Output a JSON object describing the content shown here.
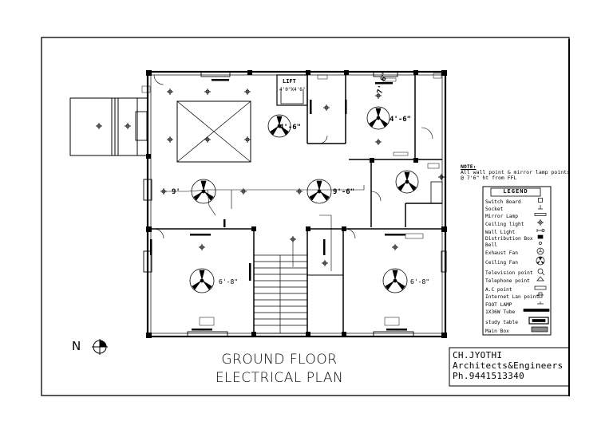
{
  "drawing": {
    "title_line1": "GROUND FLOOR",
    "title_line2": "ELECTRICAL PLAN",
    "north_label": "N"
  },
  "title_block": {
    "company": "CH.JYOTHI",
    "profession": "Architects&Engineers",
    "phone": "Ph.9441513340"
  },
  "note": {
    "heading": "NOTE:",
    "line1": "All wall point & mirror lamp points",
    "line2": "@ 7'6\" ht from FFL"
  },
  "room_labels": {
    "lift": "LIFT",
    "lift_size": "4'0\"X4'6\""
  },
  "fan_sizes": {
    "fan_living_top": "4'-6\"",
    "fan_kitchen": "4'-6\"",
    "fan_hall_left": "9'",
    "fan_hall_right": "9'-6\"",
    "fan_bed_left": "6'-8\"",
    "fan_bed_right": "6'-8\"",
    "kitchen_dim": "7'-6\""
  },
  "legend": {
    "heading": "LEGEND",
    "items": [
      "Switch Board",
      "Socket",
      "Mirror Lamp",
      "Ceiling light",
      "Wall Light",
      "Distribution Box",
      "Bell",
      "Exhaust Fan",
      "Ceiling Fan",
      "Television point",
      "Telephone point",
      "A.C point",
      "Internet Lan point",
      "FOOT LAMP",
      "1X36W Tube",
      "study table",
      "Main Box"
    ]
  }
}
